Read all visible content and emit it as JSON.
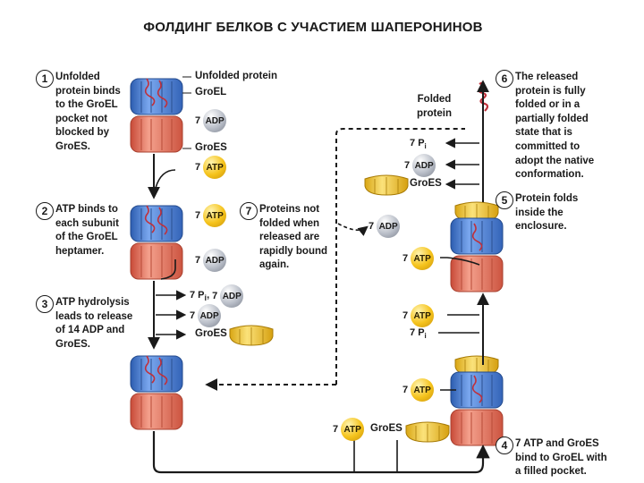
{
  "title": "ФОЛДИНГ БЕЛКОВ С УЧАСТИЕМ ШАПЕРОНИНОВ",
  "steps": [
    {
      "number": "1",
      "text": "Unfolded\nprotein binds\nto the GroEL\npocket not\nblocked by\nGroES."
    },
    {
      "number": "2",
      "text": "ATP binds to\neach subunit\nof the GroEL\nheptamer."
    },
    {
      "number": "3",
      "text": "ATP hydrolysis\nleads to release\nof 14 ADP and\nGroES."
    },
    {
      "number": "4",
      "text": "7 ATP and GroES\nbind to GroEL with\na filled pocket."
    },
    {
      "number": "5",
      "text": "Protein folds\ninside the\nenclosure."
    },
    {
      "number": "6",
      "text": "The released\nprotein is fully\nfolded or in a\npartially folded\nstate that is\ncommitted to\nadopt the native\nconformation."
    },
    {
      "number": "7",
      "text": "Proteins not\nfolded when\nreleased are\nrapidly bound\nagain."
    }
  ],
  "labels": {
    "unfolded_protein": "Unfolded protein",
    "groel": "GroEL",
    "groes": "GroES",
    "folded_protein": "Folded\nprotein"
  },
  "molecules": {
    "count": "7",
    "atp": "ATP",
    "adp": "ADP",
    "pi": "P",
    "pi_sub": "i",
    "pi_with_comma": "7 P",
    "pi_comma_sub": "i",
    "pi_comma": ","
  },
  "colors": {
    "groel_top": "#4a7fd4",
    "groel_bottom": "#e8705a",
    "groes_cap": "#f2cb3a",
    "atp": "#f5c31c",
    "adp": "#b9bec8",
    "protein": "#c0303a"
  }
}
